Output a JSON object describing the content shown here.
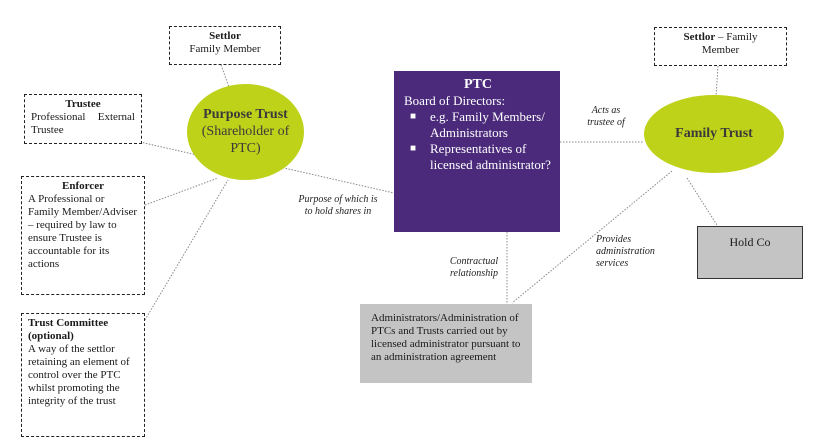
{
  "settlor_left": {
    "title": "Settlor",
    "subtitle": "Family Member"
  },
  "settlor_right": {
    "title": "Settlor",
    "subtitle_inline": " – Family",
    "subtitle": "Member"
  },
  "trustee": {
    "title": "Trustee",
    "body": "Professional External Trustee"
  },
  "enforcer": {
    "title": "Enforcer",
    "body": "A Professional or Family Member/Adviser – required by law to ensure Trustee is accountable for its actions"
  },
  "trust_committee": {
    "title": "Trust Committee (optional)",
    "body": "A way of the settlor retaining an element of control over the PTC whilst promoting the integrity of the trust"
  },
  "purpose_trust": {
    "title": "Purpose Trust",
    "subtitle": "(Shareholder of PTC)"
  },
  "family_trust": {
    "title": "Family Trust"
  },
  "ptc": {
    "title": "PTC",
    "board": "Board of Directors:",
    "bullets": [
      "e.g. Family Members/ Administrators",
      "Representatives of licensed administrator?"
    ]
  },
  "hold_co": {
    "label": "Hold Co"
  },
  "administrators": {
    "text": "Administrators/Administration of PTCs and Trusts carried out by licensed administrator pursuant to an administration agreement"
  },
  "edge_labels": {
    "purpose": "Purpose of which is to hold shares in",
    "acts_as_trustee": "Acts as trustee of",
    "contractual": "Contractual relationship",
    "provides_admin": "Provides administration services"
  },
  "colors": {
    "ellipse_fill": "#bfd21a",
    "ptc_fill": "#4b2a7b",
    "grey_box": "#c4c4c4"
  },
  "icons": {
    "bullet": "■"
  }
}
